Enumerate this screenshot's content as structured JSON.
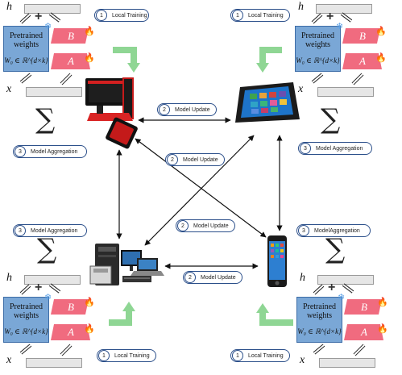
{
  "labels": {
    "local_training": "Local Training",
    "model_update": "Model Update",
    "model_aggregation": "Model Aggregation",
    "model_aggregation_compact": "ModelAggregation",
    "step_1": "1",
    "step_2": "2",
    "step_3": "3"
  },
  "module": {
    "h": "h",
    "x": "x",
    "plus": "+",
    "pretrained_line1": "Pretrained",
    "pretrained_line2": "weights",
    "w0": "W₀ ∈ ℝ^{d×k}",
    "B": "B",
    "A": "A"
  },
  "sigma": "∑",
  "colors": {
    "pretrained_fill": "#7aa7d6",
    "lora_fill": "#f06b7f",
    "arrow_green": "#8fd694",
    "pill_border": "#2b4f8a"
  },
  "icons": [
    "desktop-pc-icon",
    "tablet-icon",
    "workstation-icon",
    "smartphone-icon",
    "snowflake-icon",
    "flame-icon"
  ]
}
